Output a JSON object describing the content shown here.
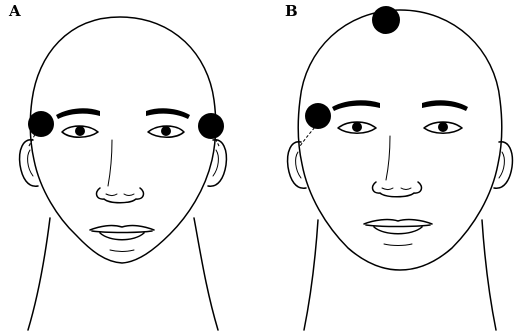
{
  "panels": [
    {
      "id": "A",
      "label": "A",
      "marker_count": 2
    },
    {
      "id": "B",
      "label": "B",
      "marker_count": 2
    }
  ],
  "colors": {
    "line": "#000000",
    "marker": "#000000",
    "background": "#ffffff"
  }
}
